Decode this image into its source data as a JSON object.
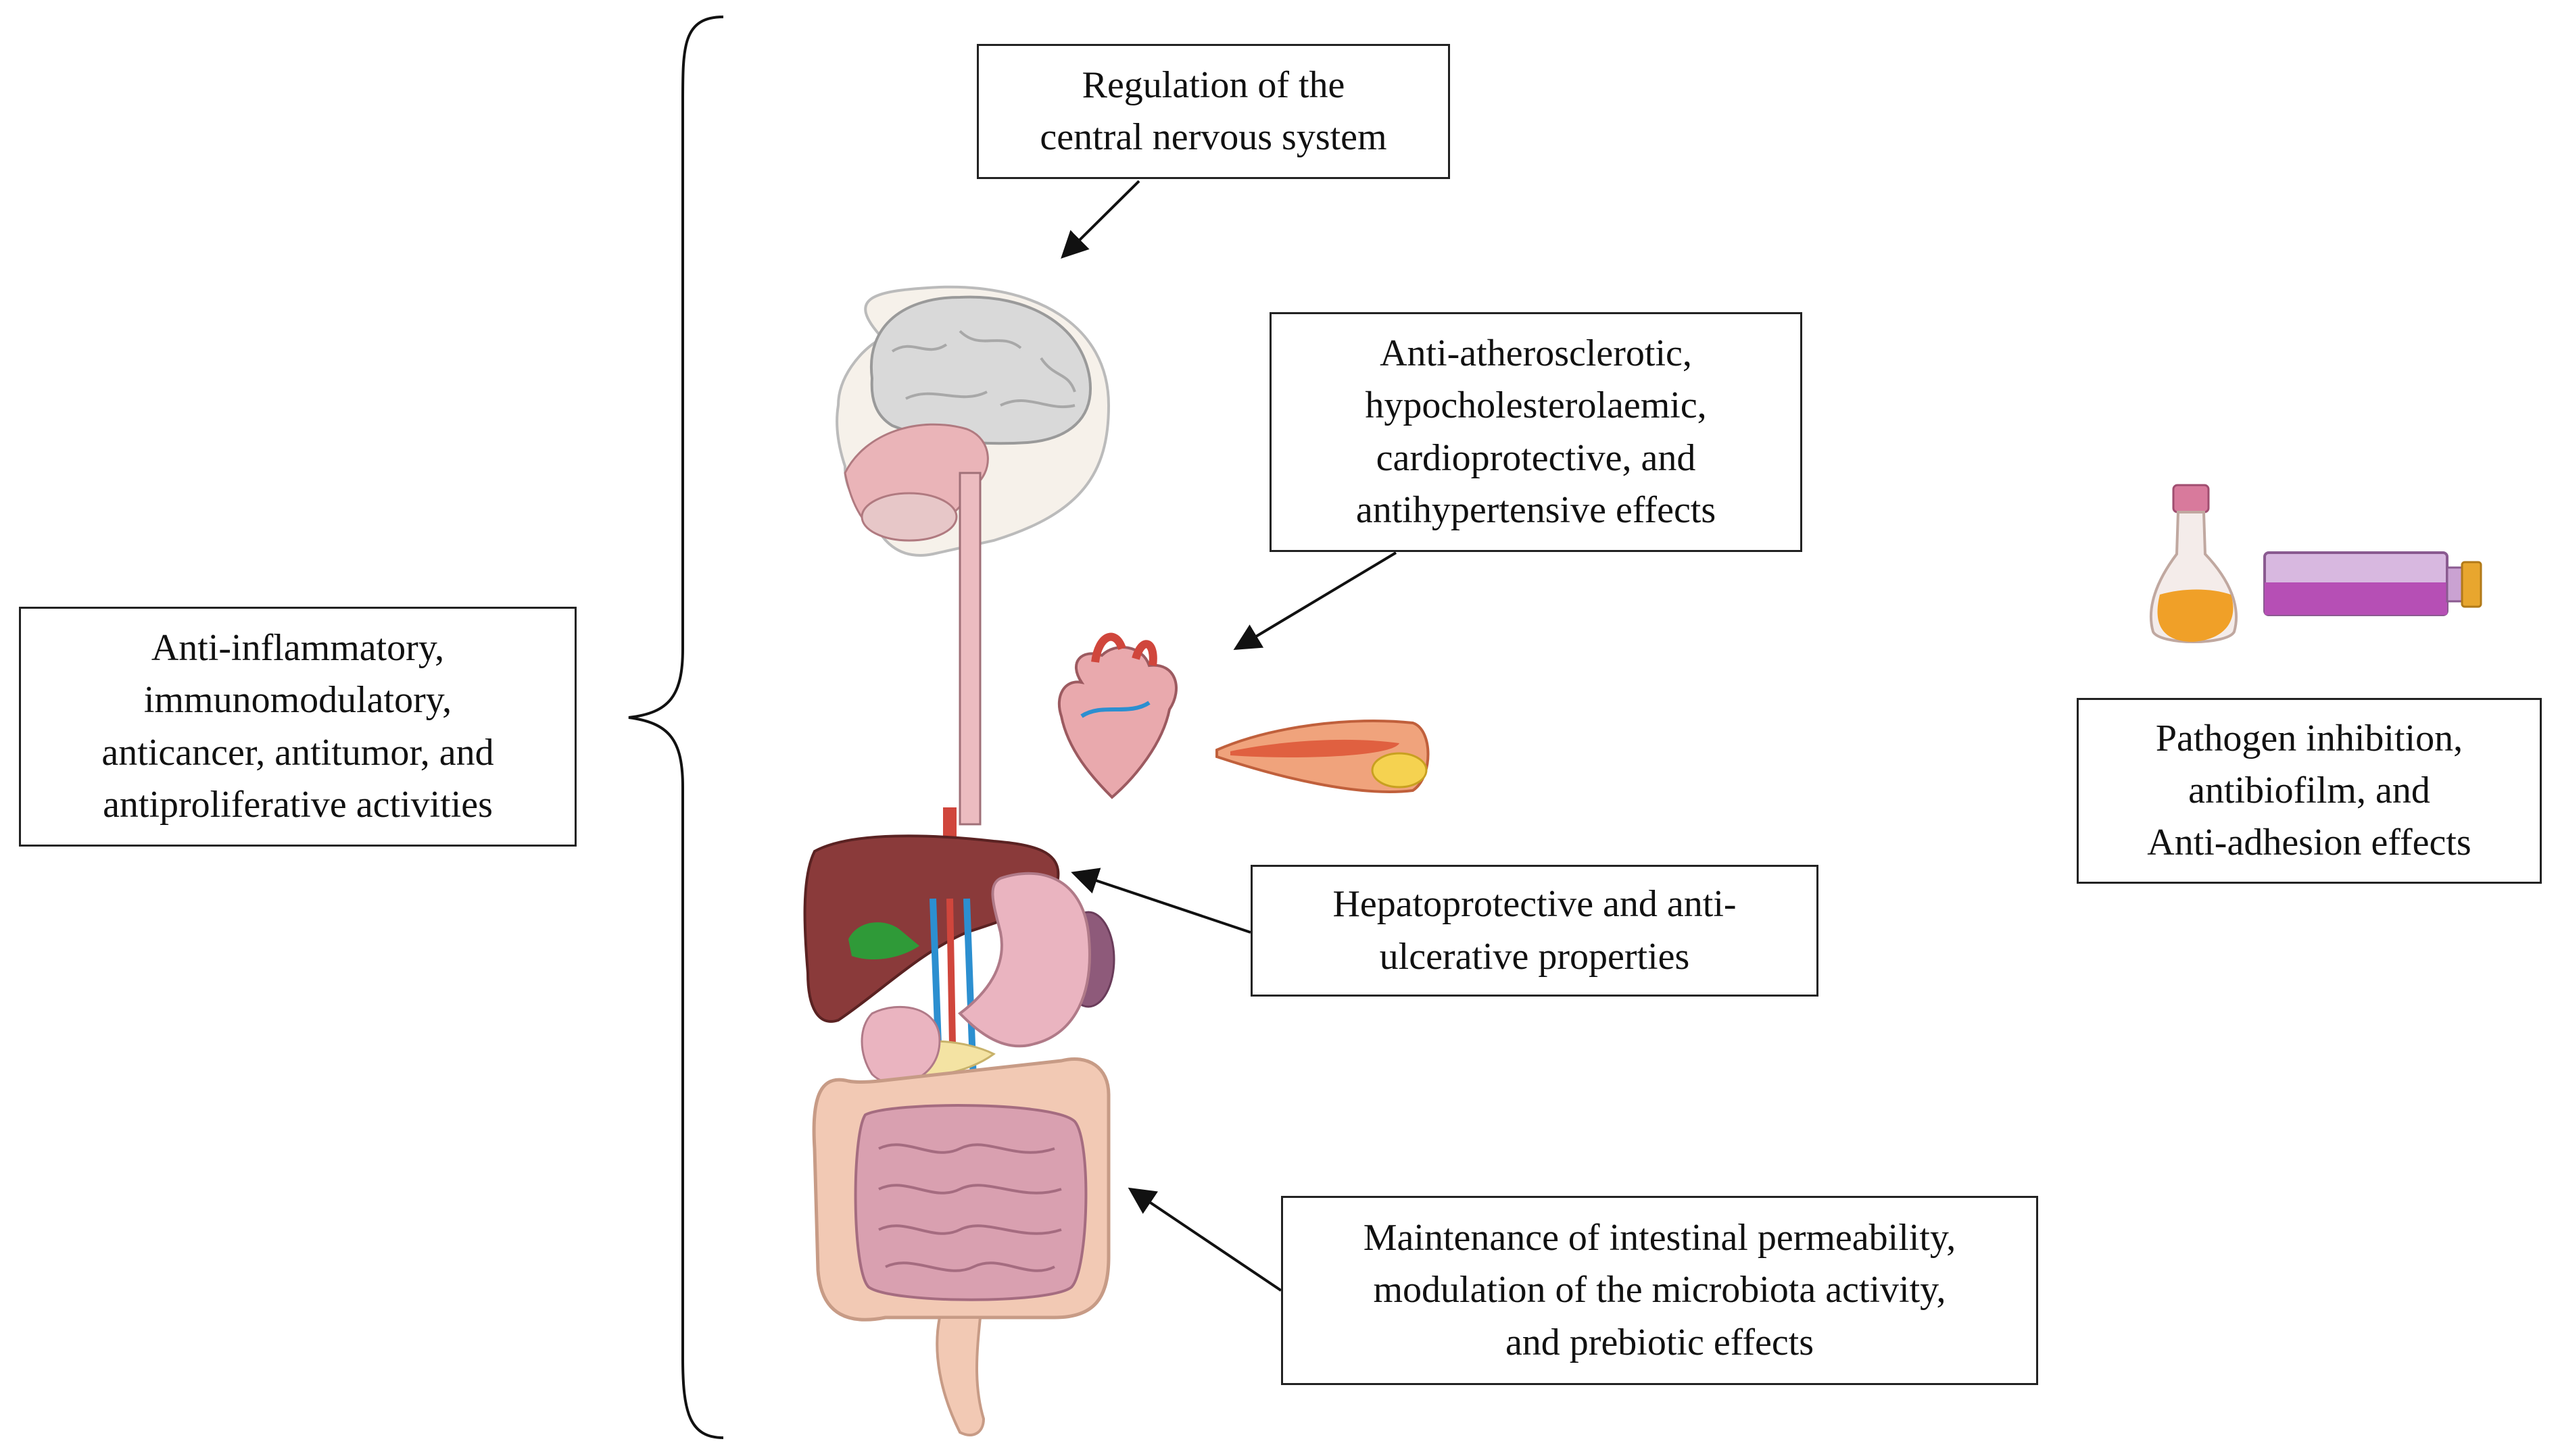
{
  "boxes": {
    "cns": "Regulation of the\ncentral nervous system",
    "cardio": "Anti-atherosclerotic,\nhypocholesterolaemic,\ncardioprotective, and\nantihypertensive effects",
    "inflammatory": "Anti-inflammatory,\nimmunomodulatory,\nanticancer, antitumor, and\nantiproliferative activities",
    "pathogen": "Pathogen inhibition,\nantibiofilm, and\nAnti-adhesion effects",
    "hepato": "Hepatoprotective and anti-\nulcerative properties",
    "intestinal": "Maintenance of intestinal permeability,\nmodulation of the microbiota activity,\nand prebiotic effects"
  },
  "illustrations": {
    "body": "digestive-system-illustration",
    "heart": "heart-illustration",
    "artery": "artery-plaque-illustration",
    "flask": "culture-flask-illustration",
    "bottle": "cell-culture-bottle-illustration"
  },
  "colors": {
    "brain": "#d9d9d9",
    "tissue": "#e9b7bd",
    "liver": "#8a3a3a",
    "intestine": "#d9a0b0",
    "colon": "#f2c9b4",
    "flask_liquid": "#f0a028",
    "bottle_liquid": "#b64fb5"
  }
}
